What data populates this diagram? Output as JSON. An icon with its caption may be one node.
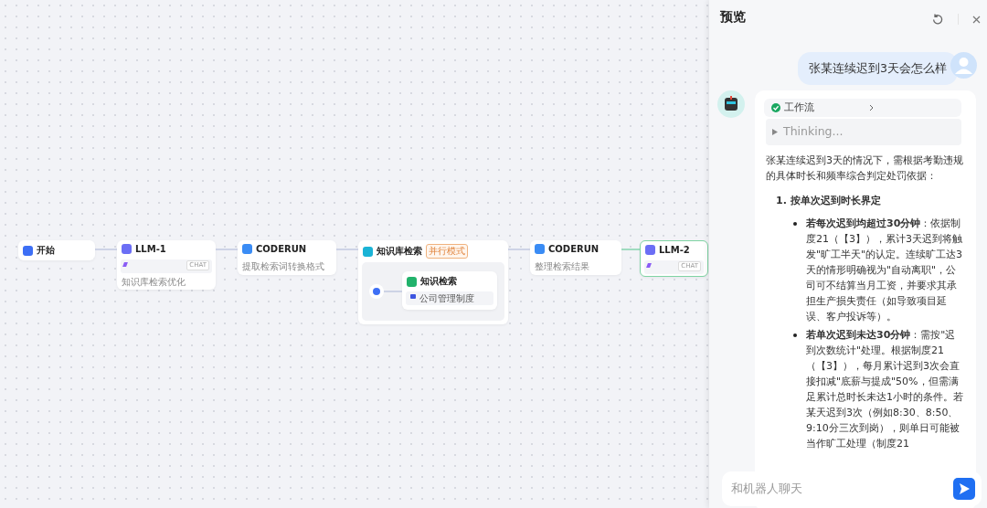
{
  "diagram": {
    "nodes": [
      {
        "text": [
          "开始"
        ]
      },
      {
        "text": [
          "LLM-1",
          "CHAT",
          "知识库检索优化"
        ]
      },
      {
        "text": [
          "CODERUN",
          "提取检索词转换格式"
        ]
      },
      {
        "text": [
          "知识库检索",
          "并行模式"
        ]
      },
      {
        "text": [],
        "shape": "circle",
        "in": 3
      },
      {
        "text": [
          "知识检索",
          "公司管理制度"
        ],
        "in": 3
      },
      {
        "text": [
          "CODERUN",
          "整理检索结果"
        ]
      },
      {
        "text": [
          "LLM-2",
          "CHAT"
        ]
      }
    ],
    "edges": [
      {
        "from": 0,
        "to": 1,
        "arrow": "none"
      },
      {
        "from": 1,
        "to": 2,
        "arrow": "none"
      },
      {
        "from": 2,
        "to": 3,
        "arrow": "none"
      },
      {
        "from": 4,
        "to": 5,
        "arrow": "none"
      },
      {
        "from": 3,
        "to": 6,
        "arrow": "none"
      },
      {
        "from": 6,
        "to": 7,
        "arrow": "none",
        "color": "#4fc48a"
      }
    ],
    "labels": [
      "预览",
      "张某连续迟到3天会怎么样",
      "工作流",
      "Thinking...",
      "张某连续迟到3天的情况下，需根据考勤违规的具体时长和频率综合判定处罚依据：",
      "1. 按单次迟到时长界定",
      "**若每次迟到均超过30分钟**：依据制度21（【3】），累计3天迟到将触发\"旷工半天\"的认定。连续旷工达3天的情形明确视为\"自动离职\"，公司可不结算当月工资，并要求其承担生产损失责任（如导致项目延误、客户投诉等）。",
      "**若单次迟到未达30分钟**：需按\"迟到次数统计\"处理。根据制度21（【3】），每月累计迟到3次会直接扣减\"底薪与提成\"50%，但需满足累计总时长未达1小时的条件。若某天迟到3次（例如8:30、8:50、9:10分三次到岗），则单日可能被当作旷工处理（制度21",
      "和机器人聊天"
    ]
  }
}
